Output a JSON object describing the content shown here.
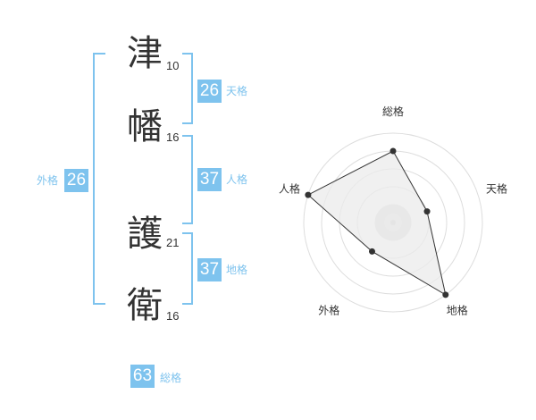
{
  "name": {
    "chars": [
      {
        "char": "津",
        "strokes": "10"
      },
      {
        "char": "幡",
        "strokes": "16"
      },
      {
        "char": "護",
        "strokes": "21"
      },
      {
        "char": "衛",
        "strokes": "16"
      }
    ]
  },
  "fortune": {
    "tenkaku": {
      "value": "26",
      "label": "天格"
    },
    "jinkaku": {
      "value": "37",
      "label": "人格"
    },
    "chikaku": {
      "value": "37",
      "label": "地格"
    },
    "gaikaku": {
      "value": "26",
      "label": "外格"
    },
    "soukaku": {
      "value": "63",
      "label": "総格"
    }
  },
  "chart_data": {
    "type": "radar",
    "axes": [
      "総格",
      "天格",
      "地格",
      "外格",
      "人格"
    ],
    "values": [
      4,
      2,
      5,
      2,
      5
    ],
    "range": [
      0,
      5
    ],
    "colors": {
      "fill": "#eeeeee",
      "line": "#333333",
      "grid": "#dddddd",
      "accent": "#7ec3ee"
    }
  }
}
